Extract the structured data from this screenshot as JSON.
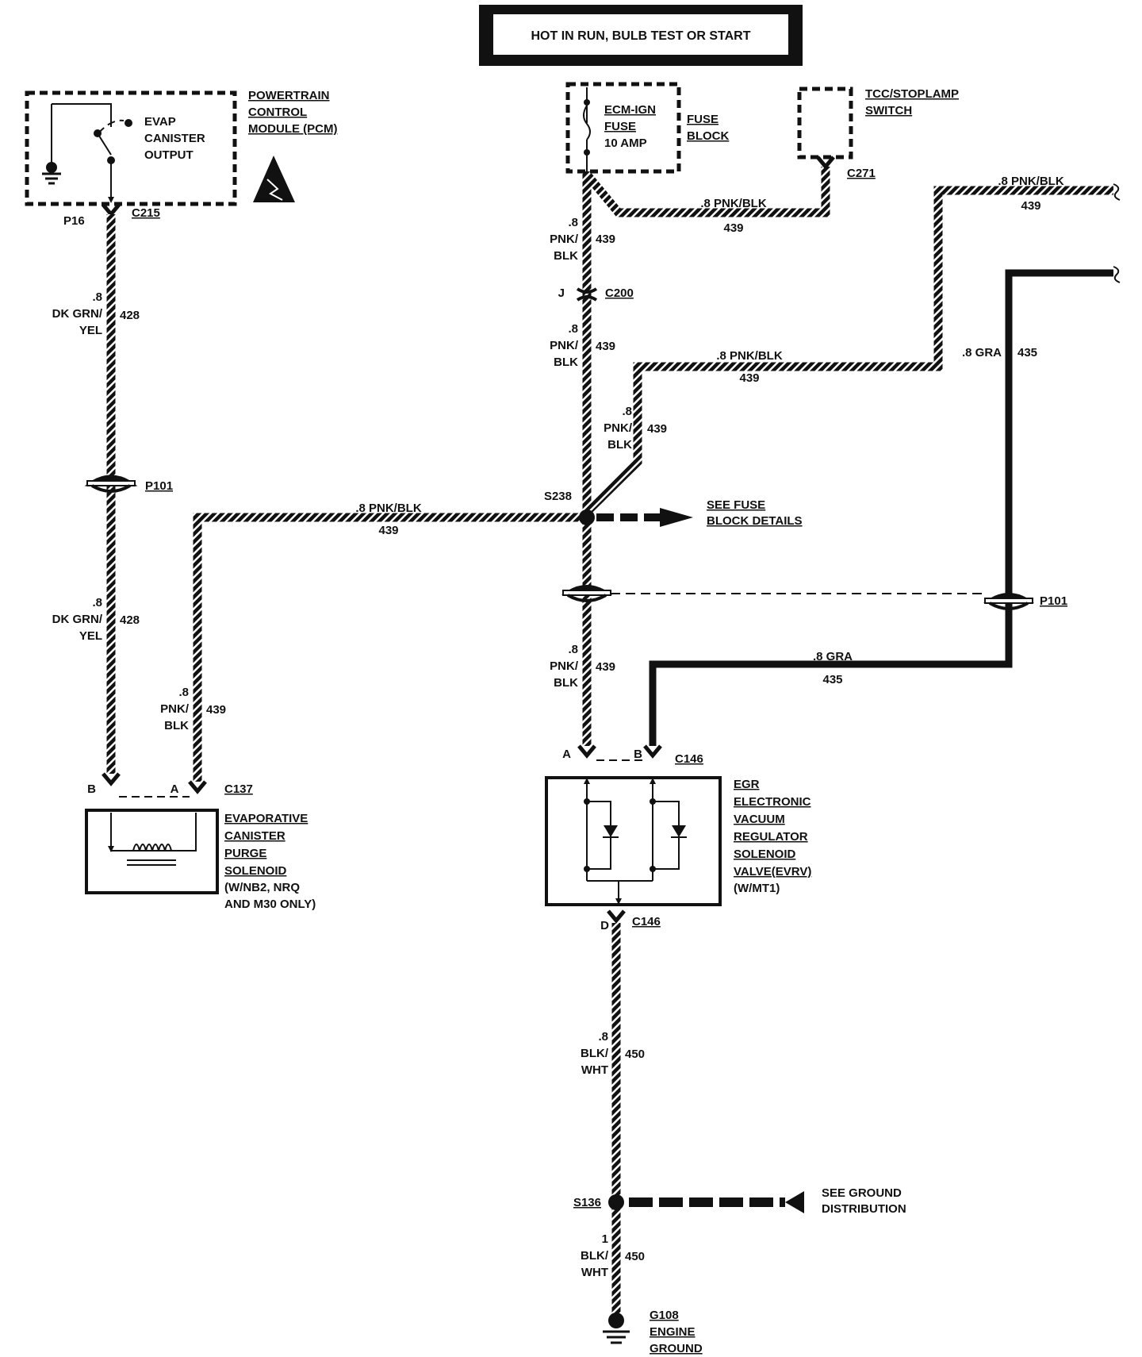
{
  "header": {
    "title": "HOT IN RUN, BULB TEST OR START"
  },
  "pcm": {
    "name_lines": [
      "POWERTRAIN",
      "CONTROL",
      "MODULE (PCM)"
    ],
    "output_lines": [
      "EVAP",
      "CANISTER",
      "OUTPUT"
    ],
    "pin": "P16",
    "connector": "C215"
  },
  "fuse_block": {
    "fuse_lines": [
      "ECM-IGN",
      "FUSE",
      "10 AMP"
    ],
    "block_lines": [
      "FUSE",
      "BLOCK"
    ]
  },
  "tcc_switch": {
    "lines": [
      "TCC/STOPLAMP",
      "SWITCH"
    ],
    "connector": "C271"
  },
  "wires": {
    "w428_top": {
      "size": ".8",
      "color": [
        "DK GRN/",
        "YEL"
      ],
      "circuit": "428"
    },
    "w428_bot": {
      "size": ".8",
      "color": [
        "DK GRN/",
        "YEL"
      ],
      "circuit": "428"
    },
    "w439_fuse_a": {
      "size": ".8",
      "color": [
        "PNK/",
        "BLK"
      ],
      "circuit": "439"
    },
    "w439_fuse_b": {
      "size": ".8",
      "color": [
        "PNK/",
        "BLK"
      ],
      "circuit": "439"
    },
    "w439_diag": {
      "size": ".8",
      "color": [
        "PNK/",
        "BLK"
      ],
      "circuit": "439"
    },
    "w439_lower": {
      "size": ".8",
      "color": [
        "PNK/",
        "BLK"
      ],
      "circuit": "439"
    },
    "w439_purge": {
      "size": ".8",
      "color": [
        "PNK/",
        "BLK"
      ],
      "circuit": "439"
    },
    "w439_tcc": {
      "label": ".8 PNK/BLK",
      "circuit": "439"
    },
    "w439_mid": {
      "label": ".8 PNK/BLK",
      "circuit": "439"
    },
    "w439_right": {
      "label": ".8 PNK/BLK",
      "circuit": "439"
    },
    "w439_left": {
      "label": ".8 PNK/BLK",
      "circuit": "439"
    },
    "w435_top": {
      "label": ".8 GRA",
      "circuit": "435"
    },
    "w435_low": {
      "label": ".8 GRA",
      "circuit": "435"
    },
    "w450_a": {
      "size": ".8",
      "color": [
        "BLK/",
        "WHT"
      ],
      "circuit": "450"
    },
    "w450_b": {
      "size": "1",
      "color": [
        "BLK/",
        "WHT"
      ],
      "circuit": "450"
    }
  },
  "connectors": {
    "c200": {
      "pin": "J",
      "name": "C200"
    },
    "p101_left": "P101",
    "p101_right": "P101",
    "c137": {
      "pin_b": "B",
      "pin_a": "A",
      "name": "C137"
    },
    "c146_top": {
      "pin_a": "A",
      "pin_b": "B",
      "name": "C146"
    },
    "c146_bot": {
      "pin": "D",
      "name": "C146"
    }
  },
  "splices": {
    "s238": "S238",
    "s136": "S136"
  },
  "refs": {
    "fuse_details": [
      "SEE FUSE",
      "BLOCK DETAILS"
    ],
    "ground_dist": [
      "SEE GROUND",
      "DISTRIBUTION"
    ]
  },
  "purge_solenoid": {
    "lines": [
      "EVAPORATIVE",
      "CANISTER",
      "PURGE",
      "SOLENOID",
      "(W/NB2, NRQ",
      "AND M30 ONLY)"
    ]
  },
  "evrv": {
    "lines": [
      "EGR",
      "ELECTRONIC",
      "VACUUM",
      "REGULATOR",
      "SOLENOID",
      "VALVE(EVRV)",
      "(W/MT1)"
    ]
  },
  "ground": {
    "name": "G108",
    "lines": [
      "ENGINE",
      "GROUND"
    ]
  }
}
